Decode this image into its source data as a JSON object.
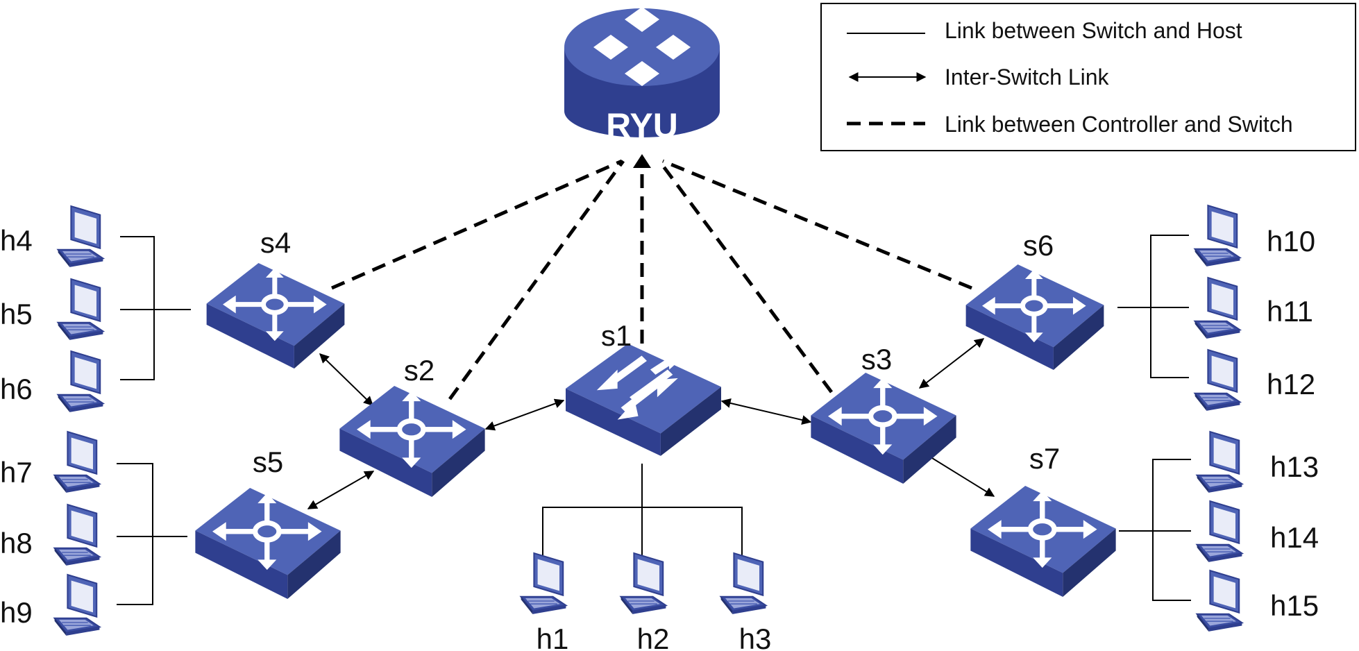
{
  "controller": {
    "label": "RYU"
  },
  "legend": {
    "host_link": "Link between Switch and Host",
    "inter_switch_link": "Inter-Switch Link",
    "controller_link": "Link between Controller and Switch"
  },
  "switches": [
    "s1",
    "s2",
    "s3",
    "s4",
    "s5",
    "s6",
    "s7"
  ],
  "hosts": [
    "h1",
    "h2",
    "h3",
    "h4",
    "h5",
    "h6",
    "h7",
    "h8",
    "h9",
    "h10",
    "h11",
    "h12",
    "h13",
    "h14",
    "h15"
  ],
  "connections": {
    "controller_to_switch": [
      "s1",
      "s2",
      "s3",
      "s4",
      "s6"
    ],
    "inter_switch": [
      [
        "s1",
        "s2"
      ],
      [
        "s1",
        "s3"
      ],
      [
        "s2",
        "s4"
      ],
      [
        "s2",
        "s5"
      ],
      [
        "s3",
        "s6"
      ],
      [
        "s3",
        "s7"
      ]
    ],
    "switch_to_hosts": {
      "s1": [
        "h1",
        "h2",
        "h3"
      ],
      "s4": [
        "h4",
        "h5",
        "h6"
      ],
      "s5": [
        "h7",
        "h8",
        "h9"
      ],
      "s6": [
        "h10",
        "h11",
        "h12"
      ],
      "s7": [
        "h13",
        "h14",
        "h15"
      ]
    }
  },
  "colors": {
    "device_top": "#4f64b6",
    "device_front": "#2f3f8f",
    "device_side": "#24326f",
    "glyph": "#ffffff",
    "line": "#000000"
  }
}
